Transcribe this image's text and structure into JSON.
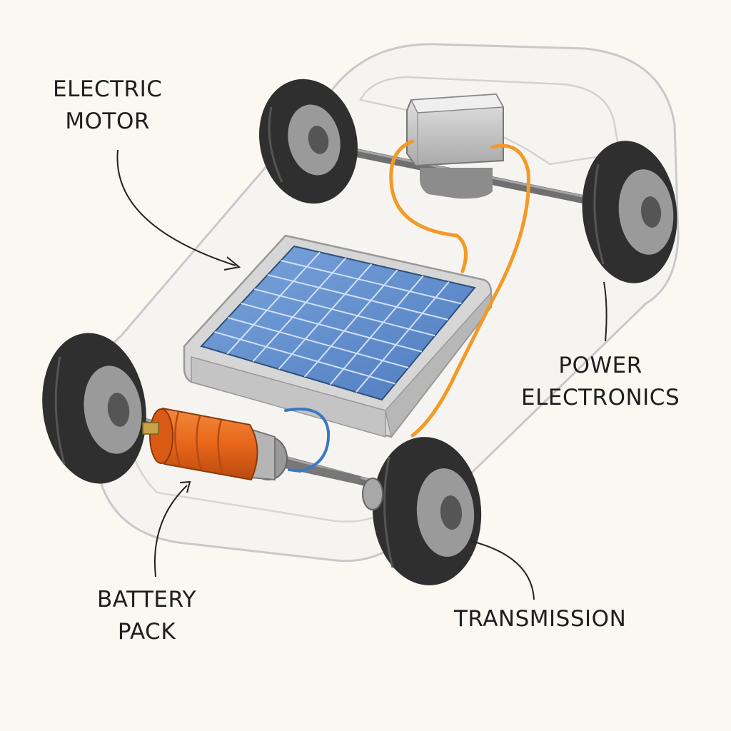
{
  "labels": {
    "electric_motor": [
      "ELECTRIC",
      "MOTOR"
    ],
    "power_electronics": [
      "POWER",
      "ELECTRONICS"
    ],
    "battery_pack": [
      "BATTERY",
      "PACK"
    ],
    "transmission": "TRANSMISSION"
  },
  "colors": {
    "background": "#fbf8f1",
    "body_outline": "#c9c9c9",
    "tire": "#2f2f2f",
    "rim": "#9a9a9a",
    "axle": "#6f6f6f",
    "battery_cell": "#5d89c9",
    "battery_frame": "#d8d8d8",
    "motor": "#e8661a",
    "cable_orange": "#f39a26",
    "cable_blue": "#3a78c4",
    "text": "#1e1e1e"
  }
}
